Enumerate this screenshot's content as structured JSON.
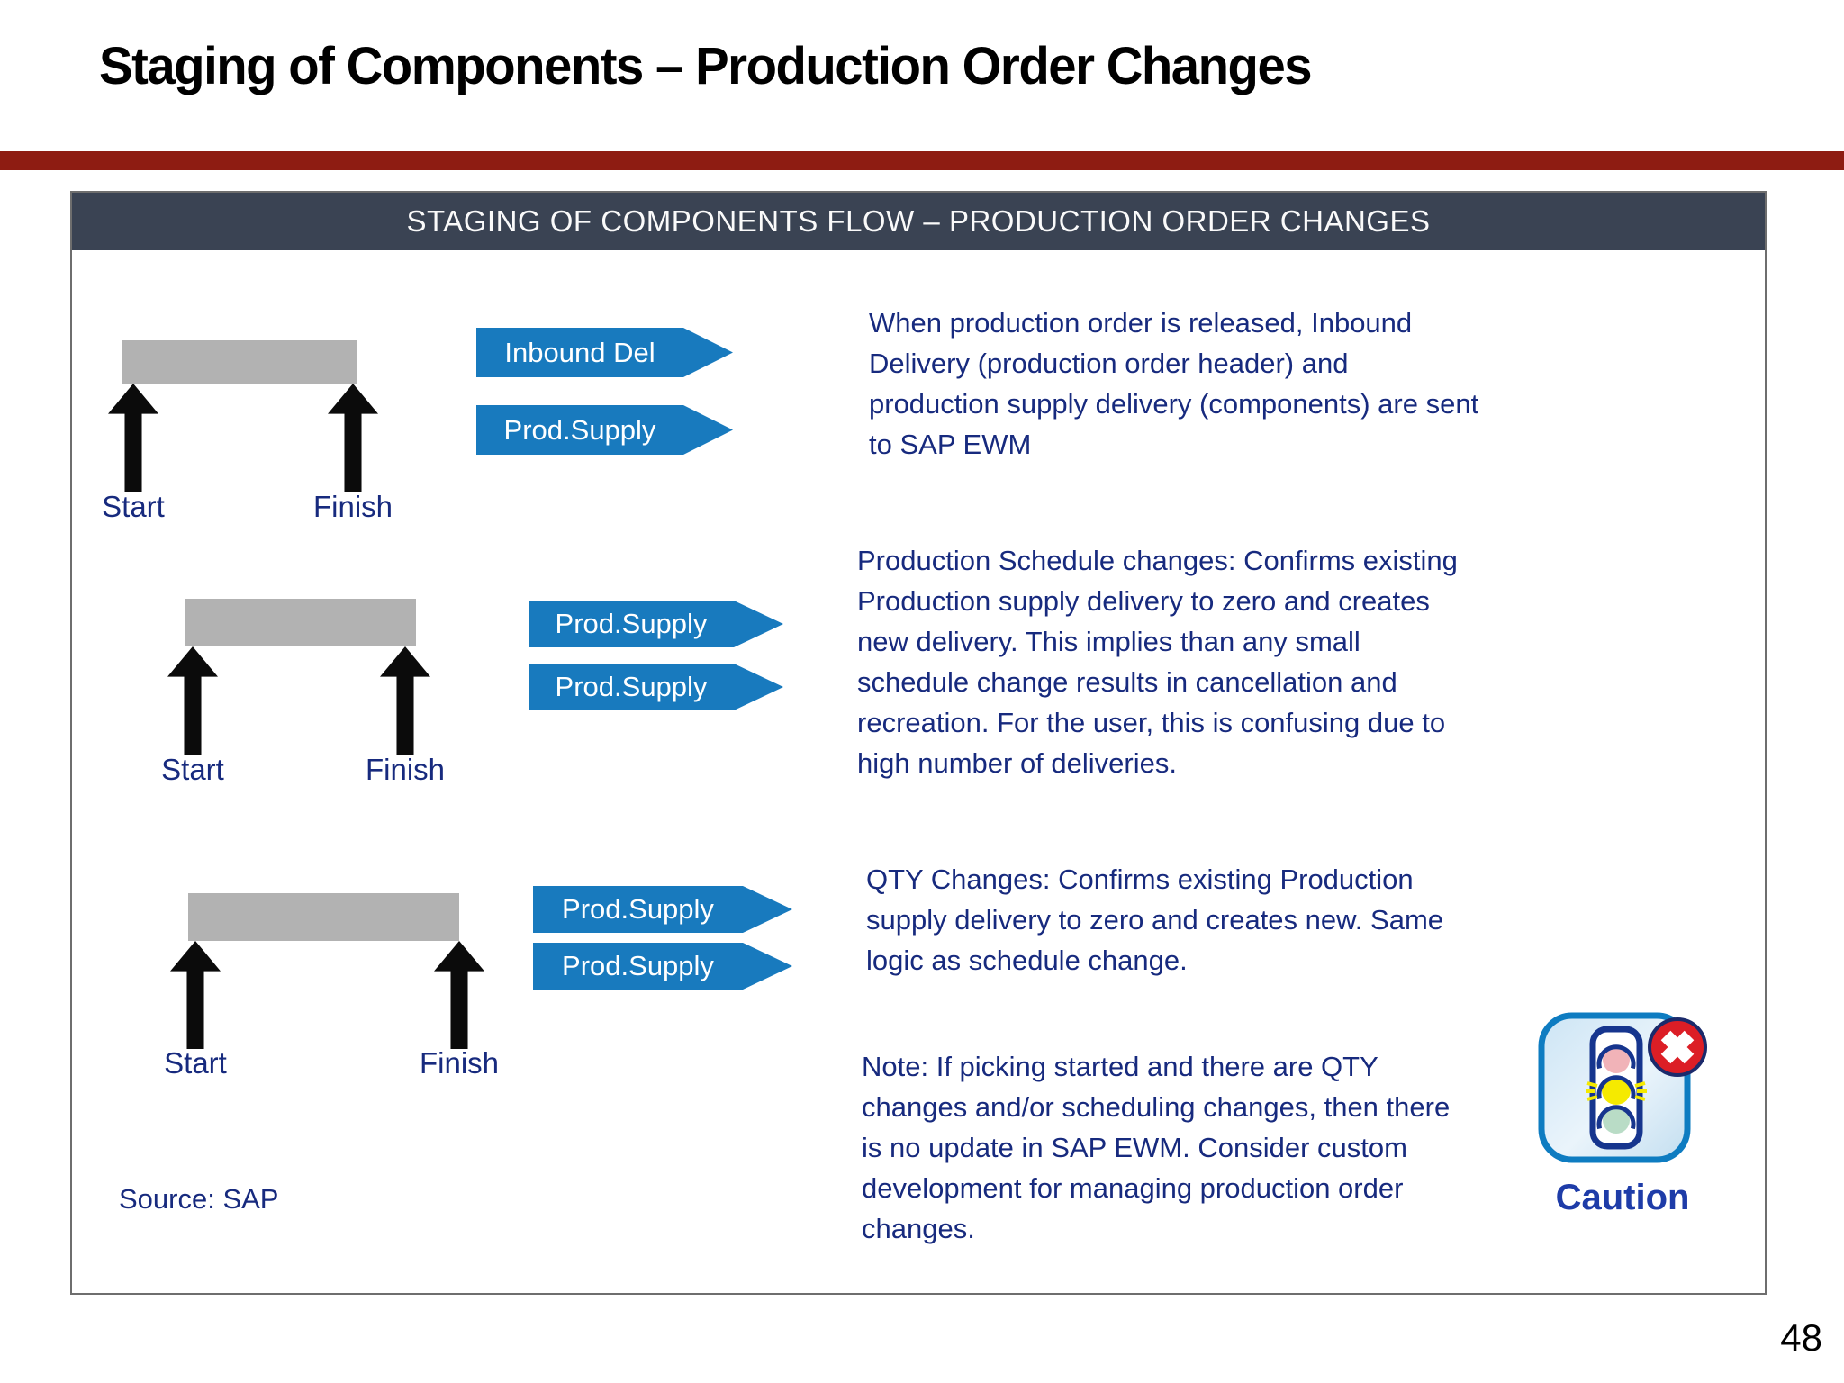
{
  "slide": {
    "title": "Staging of Components – Production Order Changes",
    "source": "Source: SAP",
    "page_number": "48"
  },
  "panel": {
    "header": "STAGING OF COMPONENTS FLOW – PRODUCTION ORDER CHANGES"
  },
  "rows": [
    {
      "start_label": "Start",
      "finish_label": "Finish",
      "arrows": [
        "Inbound Del",
        "Prod.Supply"
      ],
      "text": "When production order is released, Inbound\nDelivery (production order header) and\nproduction supply delivery (components) are sent\nto SAP EWM"
    },
    {
      "start_label": "Start",
      "finish_label": "Finish",
      "arrows": [
        "Prod.Supply",
        "Prod.Supply"
      ],
      "text": "Production Schedule changes: Confirms existing\nProduction supply delivery to zero and creates\nnew delivery. This implies than any small\nschedule change results in cancellation and\nrecreation. For the user, this is confusing due to\nhigh number of deliveries."
    },
    {
      "start_label": "Start",
      "finish_label": "Finish",
      "arrows": [
        "Prod.Supply",
        "Prod.Supply"
      ],
      "text": "QTY Changes: Confirms existing Production\nsupply delivery to zero and creates new. Same\nlogic as schedule change."
    }
  ],
  "note": "Note: If picking started and there are QTY\nchanges and/or scheduling changes, then there\nis no update in SAP EWM. Consider custom\ndevelopment for managing production order\nchanges.",
  "caution": {
    "label": "Caution"
  },
  "colors": {
    "accent_blue": "#187abe",
    "navy_text": "#172a7e",
    "header_bg": "#3a4353",
    "red_bar": "#8e1c12",
    "gray_bar": "#b2b2b2",
    "caution_red": "#dc1e26"
  }
}
